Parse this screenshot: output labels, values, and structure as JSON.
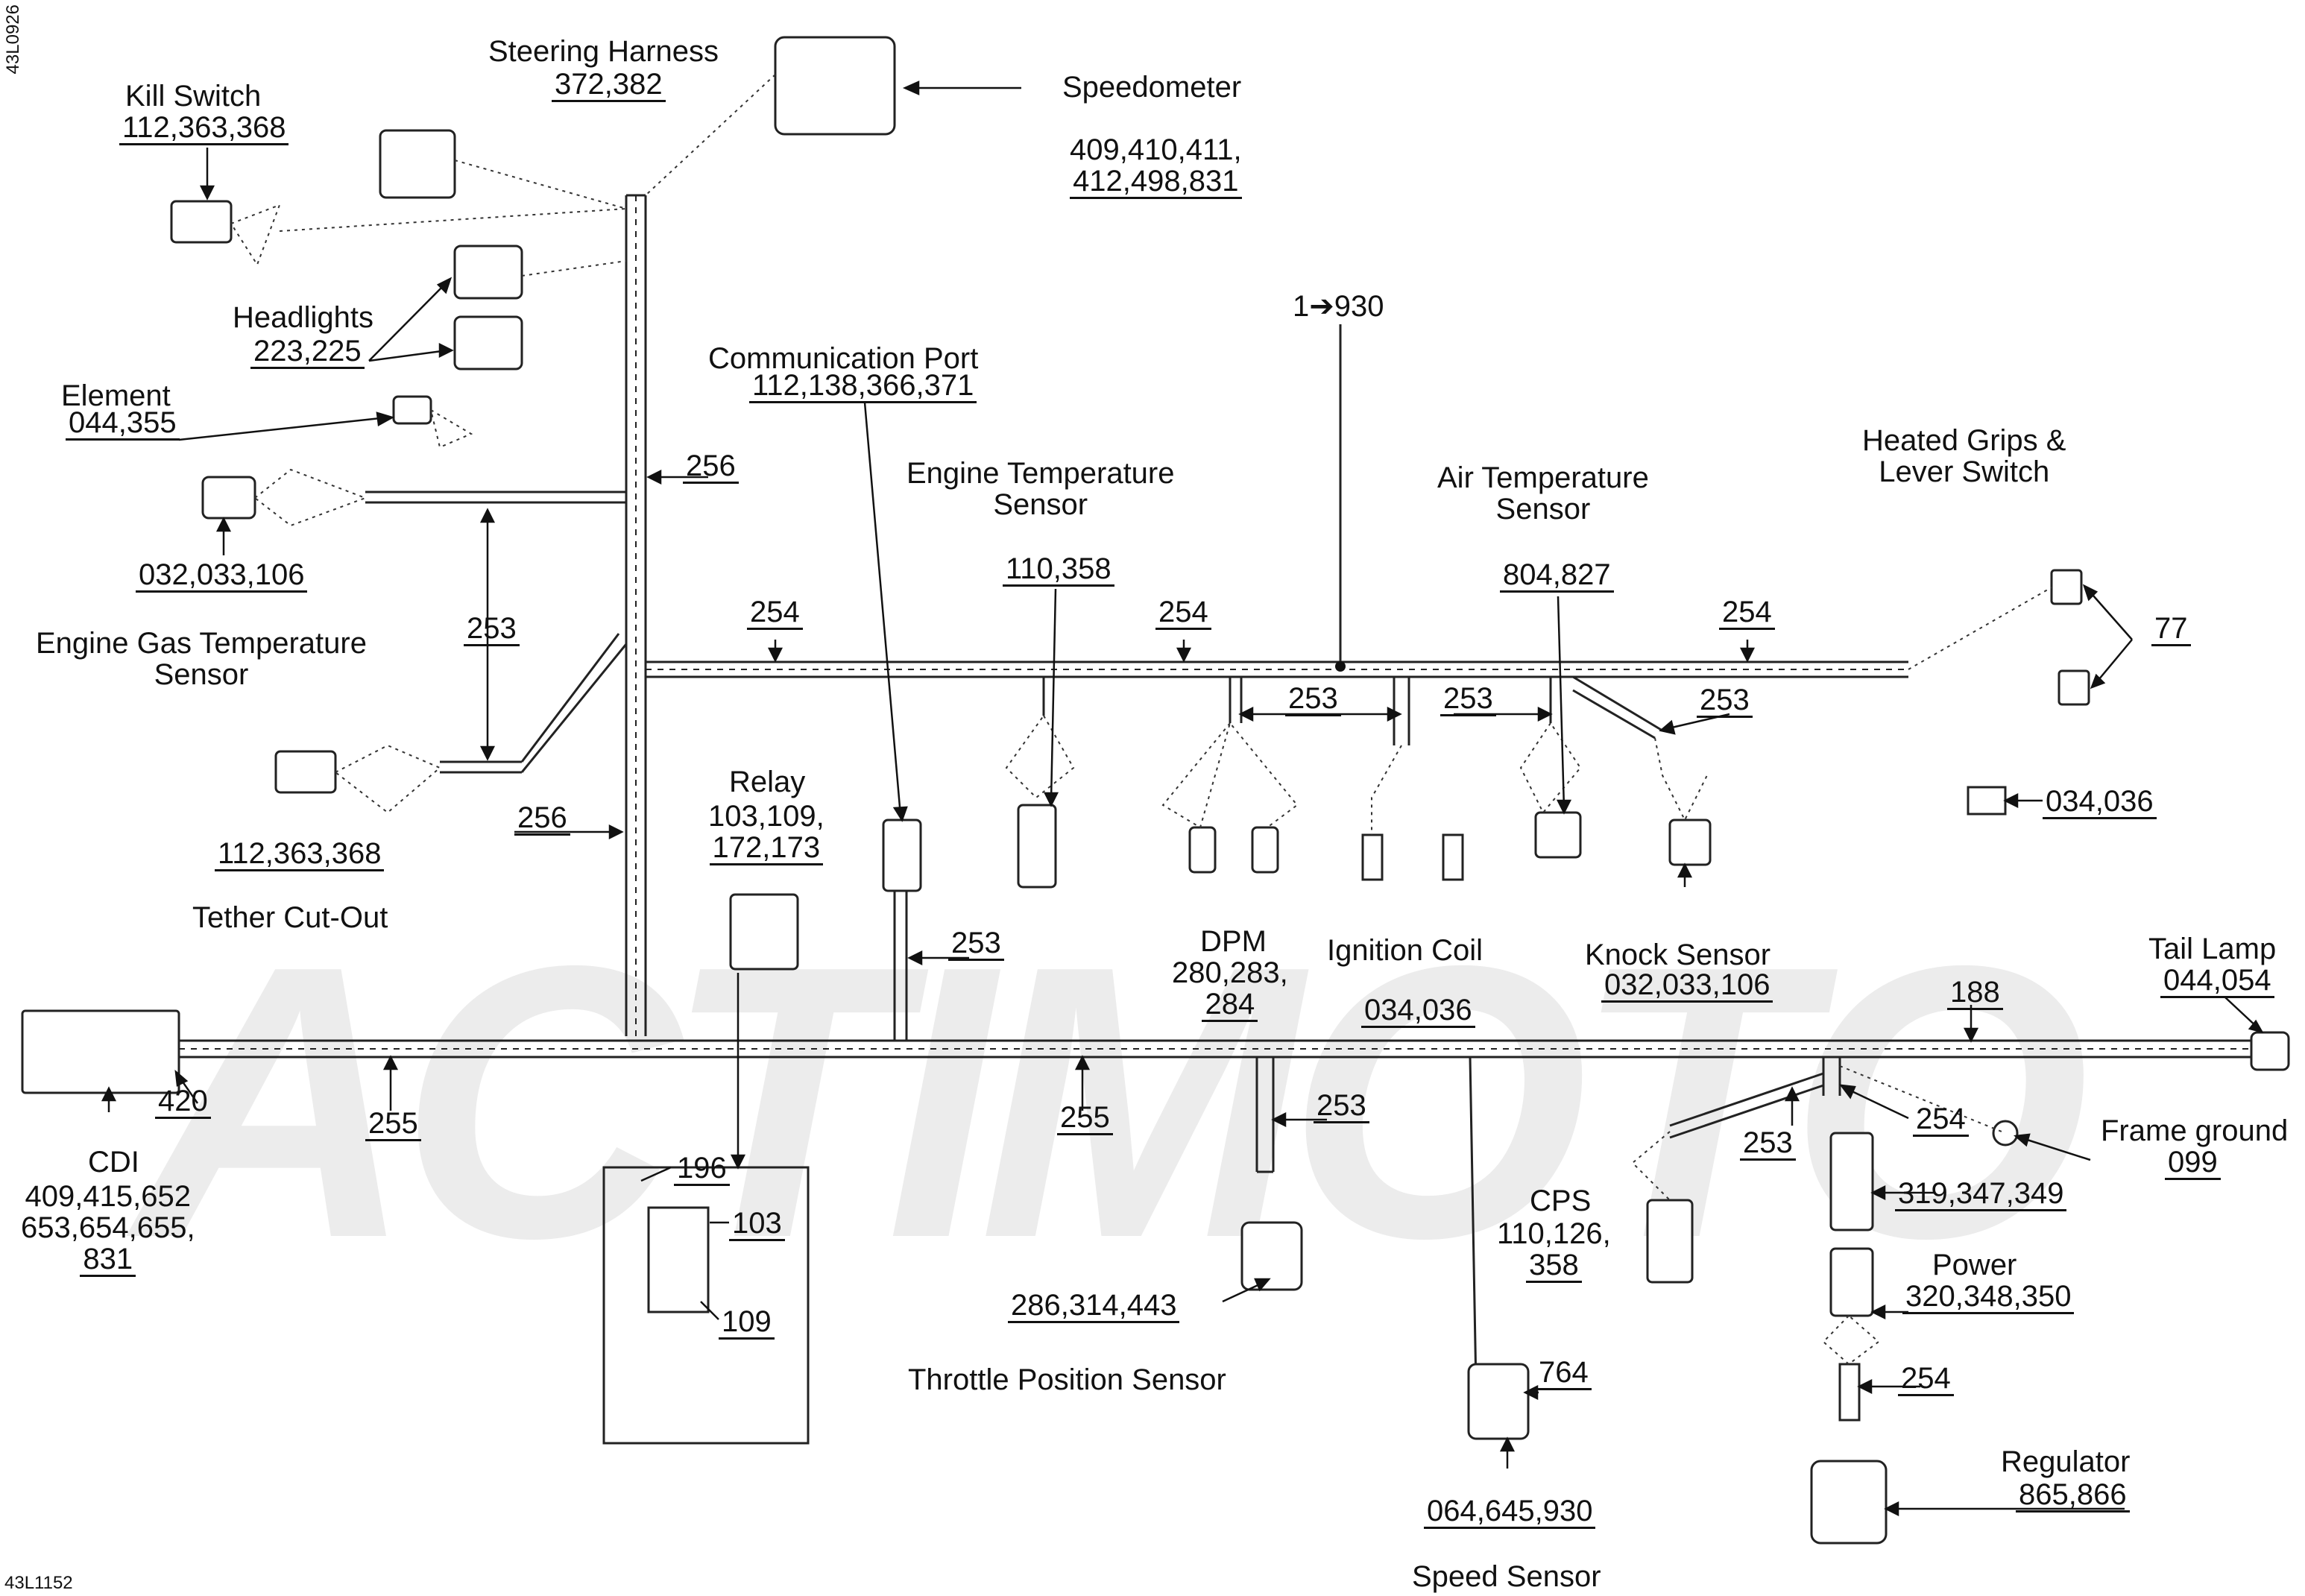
{
  "doc_codes": {
    "top": "43L0926",
    "bottom": "43L1152"
  },
  "watermark": "ACTIMOTO",
  "components": [
    {
      "id": "speedometer",
      "name": "Speedometer",
      "parts": [
        "409,410,411,",
        "412,498,831"
      ]
    },
    {
      "id": "steering",
      "name": "Steering Harness",
      "parts": [
        "372,382"
      ]
    },
    {
      "id": "kill",
      "name": "Kill Switch",
      "parts": [
        "112,363,368"
      ]
    },
    {
      "id": "headlights",
      "name": "Headlights",
      "parts": [
        "223,225"
      ]
    },
    {
      "id": "element",
      "name": "Element",
      "parts": [
        "044,355"
      ]
    },
    {
      "id": "egts",
      "name": "Engine Gas Temperature\nSensor",
      "parts": [
        "032,033,106"
      ]
    },
    {
      "id": "tether",
      "name": "Tether Cut-Out",
      "parts": [
        "112,363,368"
      ]
    },
    {
      "id": "comm",
      "name": "Communication Port",
      "parts": [
        "112,138,366,371"
      ]
    },
    {
      "id": "ets",
      "name": "Engine Temperature\nSensor",
      "parts": [
        "110,358"
      ]
    },
    {
      "id": "ats",
      "name": "Air Temperature\nSensor",
      "parts": [
        "804,827"
      ]
    },
    {
      "id": "grips",
      "name": "Heated Grips &\nLever Switch",
      "parts": [
        "77",
        "034,036"
      ]
    },
    {
      "id": "relay",
      "name": "Relay",
      "parts": [
        "103,109,",
        "172,173"
      ]
    },
    {
      "id": "dpm",
      "name": "DPM",
      "parts": [
        "280,283,",
        "284"
      ]
    },
    {
      "id": "coil",
      "name": "Ignition Coil",
      "parts": [
        "034,036"
      ]
    },
    {
      "id": "knock",
      "name": "Knock Sensor",
      "parts": [
        "032,033,106"
      ]
    },
    {
      "id": "tail",
      "name": "Tail Lamp",
      "parts": [
        "044,054"
      ]
    },
    {
      "id": "cdi",
      "name": "CDI",
      "parts": [
        "409,415,652",
        "653,654,655,",
        "831",
        "420"
      ]
    },
    {
      "id": "frame",
      "name": "Frame ground",
      "parts": [
        "099"
      ]
    },
    {
      "id": "cps",
      "name": "CPS",
      "parts": [
        "110,126,",
        "358"
      ]
    },
    {
      "id": "power",
      "name": "Power",
      "parts": [
        "319,347,349",
        "320,348,350"
      ]
    },
    {
      "id": "tps",
      "name": "Throttle Position Sensor",
      "parts": [
        "286,314,443"
      ]
    },
    {
      "id": "speed",
      "name": "Speed Sensor",
      "parts": [
        "764",
        "064,645,930"
      ]
    },
    {
      "id": "regulator",
      "name": "Regulator",
      "parts": [
        "865,866"
      ]
    }
  ],
  "harness_refs": {
    "main_range": "1➔930",
    "r256a": "256",
    "r256b": "256",
    "r253a": "253",
    "r253b": "253",
    "r253c": "253",
    "r253d": "253",
    "r253e": "253",
    "r253f": "253",
    "r253g": "253",
    "r254a": "254",
    "r254b": "254",
    "r254c": "254",
    "r254d": "254",
    "r254e": "254",
    "r255a": "255",
    "r255b": "255",
    "r188": "188",
    "inset_196": "196",
    "inset_103": "103",
    "inset_109": "109"
  }
}
